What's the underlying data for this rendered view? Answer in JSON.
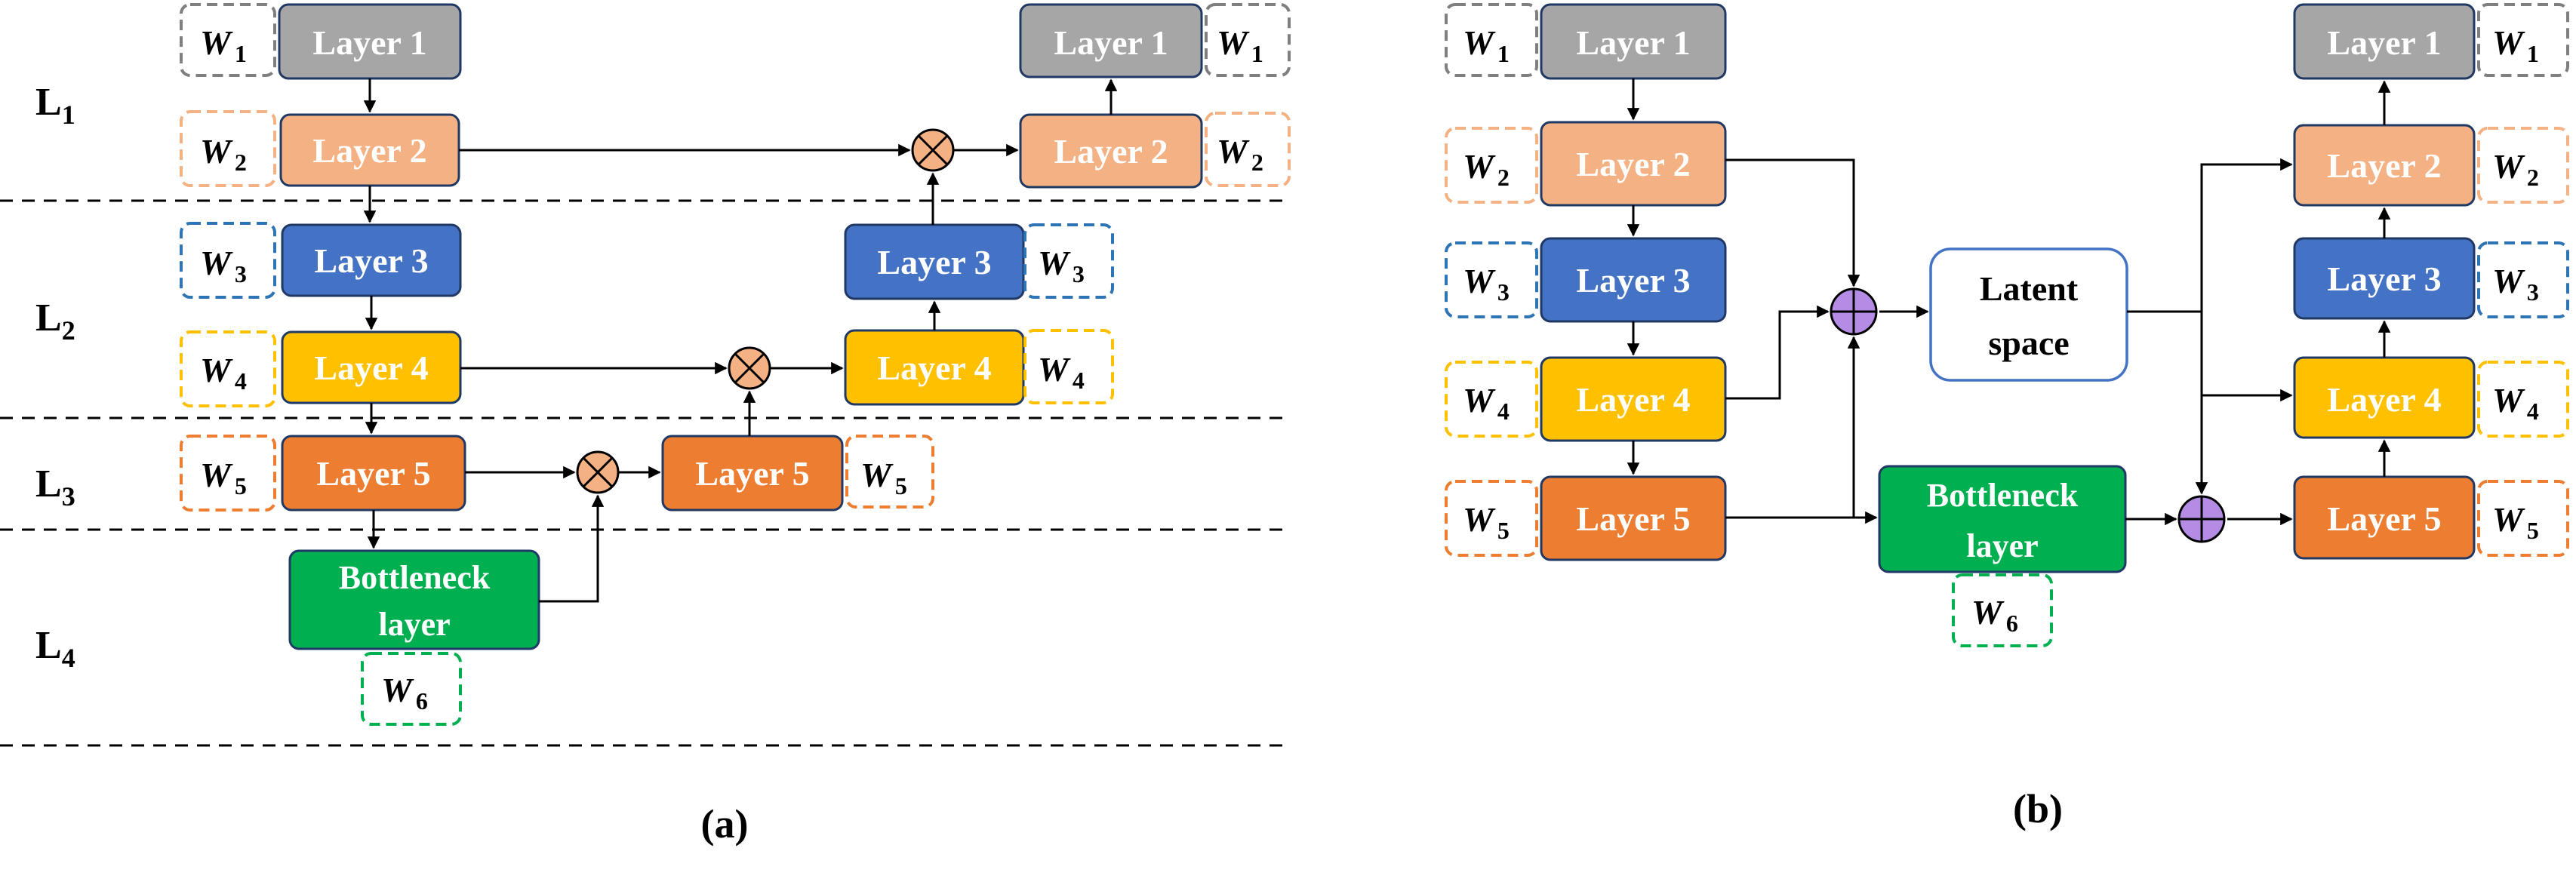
{
  "panel_a": {
    "caption": "(a)",
    "row_labels": [
      {
        "base": "L",
        "sub": "1"
      },
      {
        "base": "L",
        "sub": "2"
      },
      {
        "base": "L",
        "sub": "3"
      },
      {
        "base": "L",
        "sub": "4"
      }
    ],
    "encoder": {
      "layer1": "Layer 1",
      "layer2": "Layer 2",
      "layer3": "Layer 3",
      "layer4": "Layer 4",
      "layer5": "Layer 5"
    },
    "bottleneck": [
      "Bottleneck",
      "layer"
    ],
    "decoder": {
      "layer1": "Layer 1",
      "layer2": "Layer 2",
      "layer3": "Layer 3",
      "layer4": "Layer 4",
      "layer5": "Layer 5"
    },
    "weights": {
      "w1": {
        "base": "W",
        "sub": "1"
      },
      "w2": {
        "base": "W",
        "sub": "2"
      },
      "w3": {
        "base": "W",
        "sub": "3"
      },
      "w4": {
        "base": "W",
        "sub": "4"
      },
      "w5": {
        "base": "W",
        "sub": "5"
      },
      "w6": {
        "base": "W",
        "sub": "6"
      }
    }
  },
  "panel_b": {
    "caption": "(b)",
    "encoder": {
      "layer1": "Layer 1",
      "layer2": "Layer 2",
      "layer3": "Layer 3",
      "layer4": "Layer 4",
      "layer5": "Layer 5"
    },
    "bottleneck": [
      "Bottleneck",
      "layer"
    ],
    "latent": [
      "Latent",
      "space"
    ],
    "decoder": {
      "layer1": "Layer 1",
      "layer2": "Layer 2",
      "layer3": "Layer 3",
      "layer4": "Layer 4",
      "layer5": "Layer 5"
    },
    "weights": {
      "w1": {
        "base": "W",
        "sub": "1"
      },
      "w2": {
        "base": "W",
        "sub": "2"
      },
      "w3": {
        "base": "W",
        "sub": "3"
      },
      "w4": {
        "base": "W",
        "sub": "4"
      },
      "w5": {
        "base": "W",
        "sub": "5"
      },
      "w6": {
        "base": "W",
        "sub": "6"
      }
    }
  },
  "colors": {
    "layer1_fill": "#a6a6a6",
    "layer2_fill": "#f4b183",
    "layer3_fill": "#4472c4",
    "layer4_fill": "#ffc000",
    "layer5_fill": "#ed7d31",
    "bottleneck_fill": "#00b050",
    "latent_border": "#4472c4",
    "box_border": "#203864",
    "multiply_node": "#f4b183",
    "add_node": "#b48ce6",
    "w1_border": "#7f7f7f",
    "w2_border": "#f4b183",
    "w3_border": "#2e75b6",
    "w4_border": "#ffc000",
    "w5_border": "#ed7d31",
    "w6_border": "#00b050"
  },
  "icons": {
    "multiply_node": "circled-times-icon",
    "add_node": "circled-plus-icon"
  }
}
